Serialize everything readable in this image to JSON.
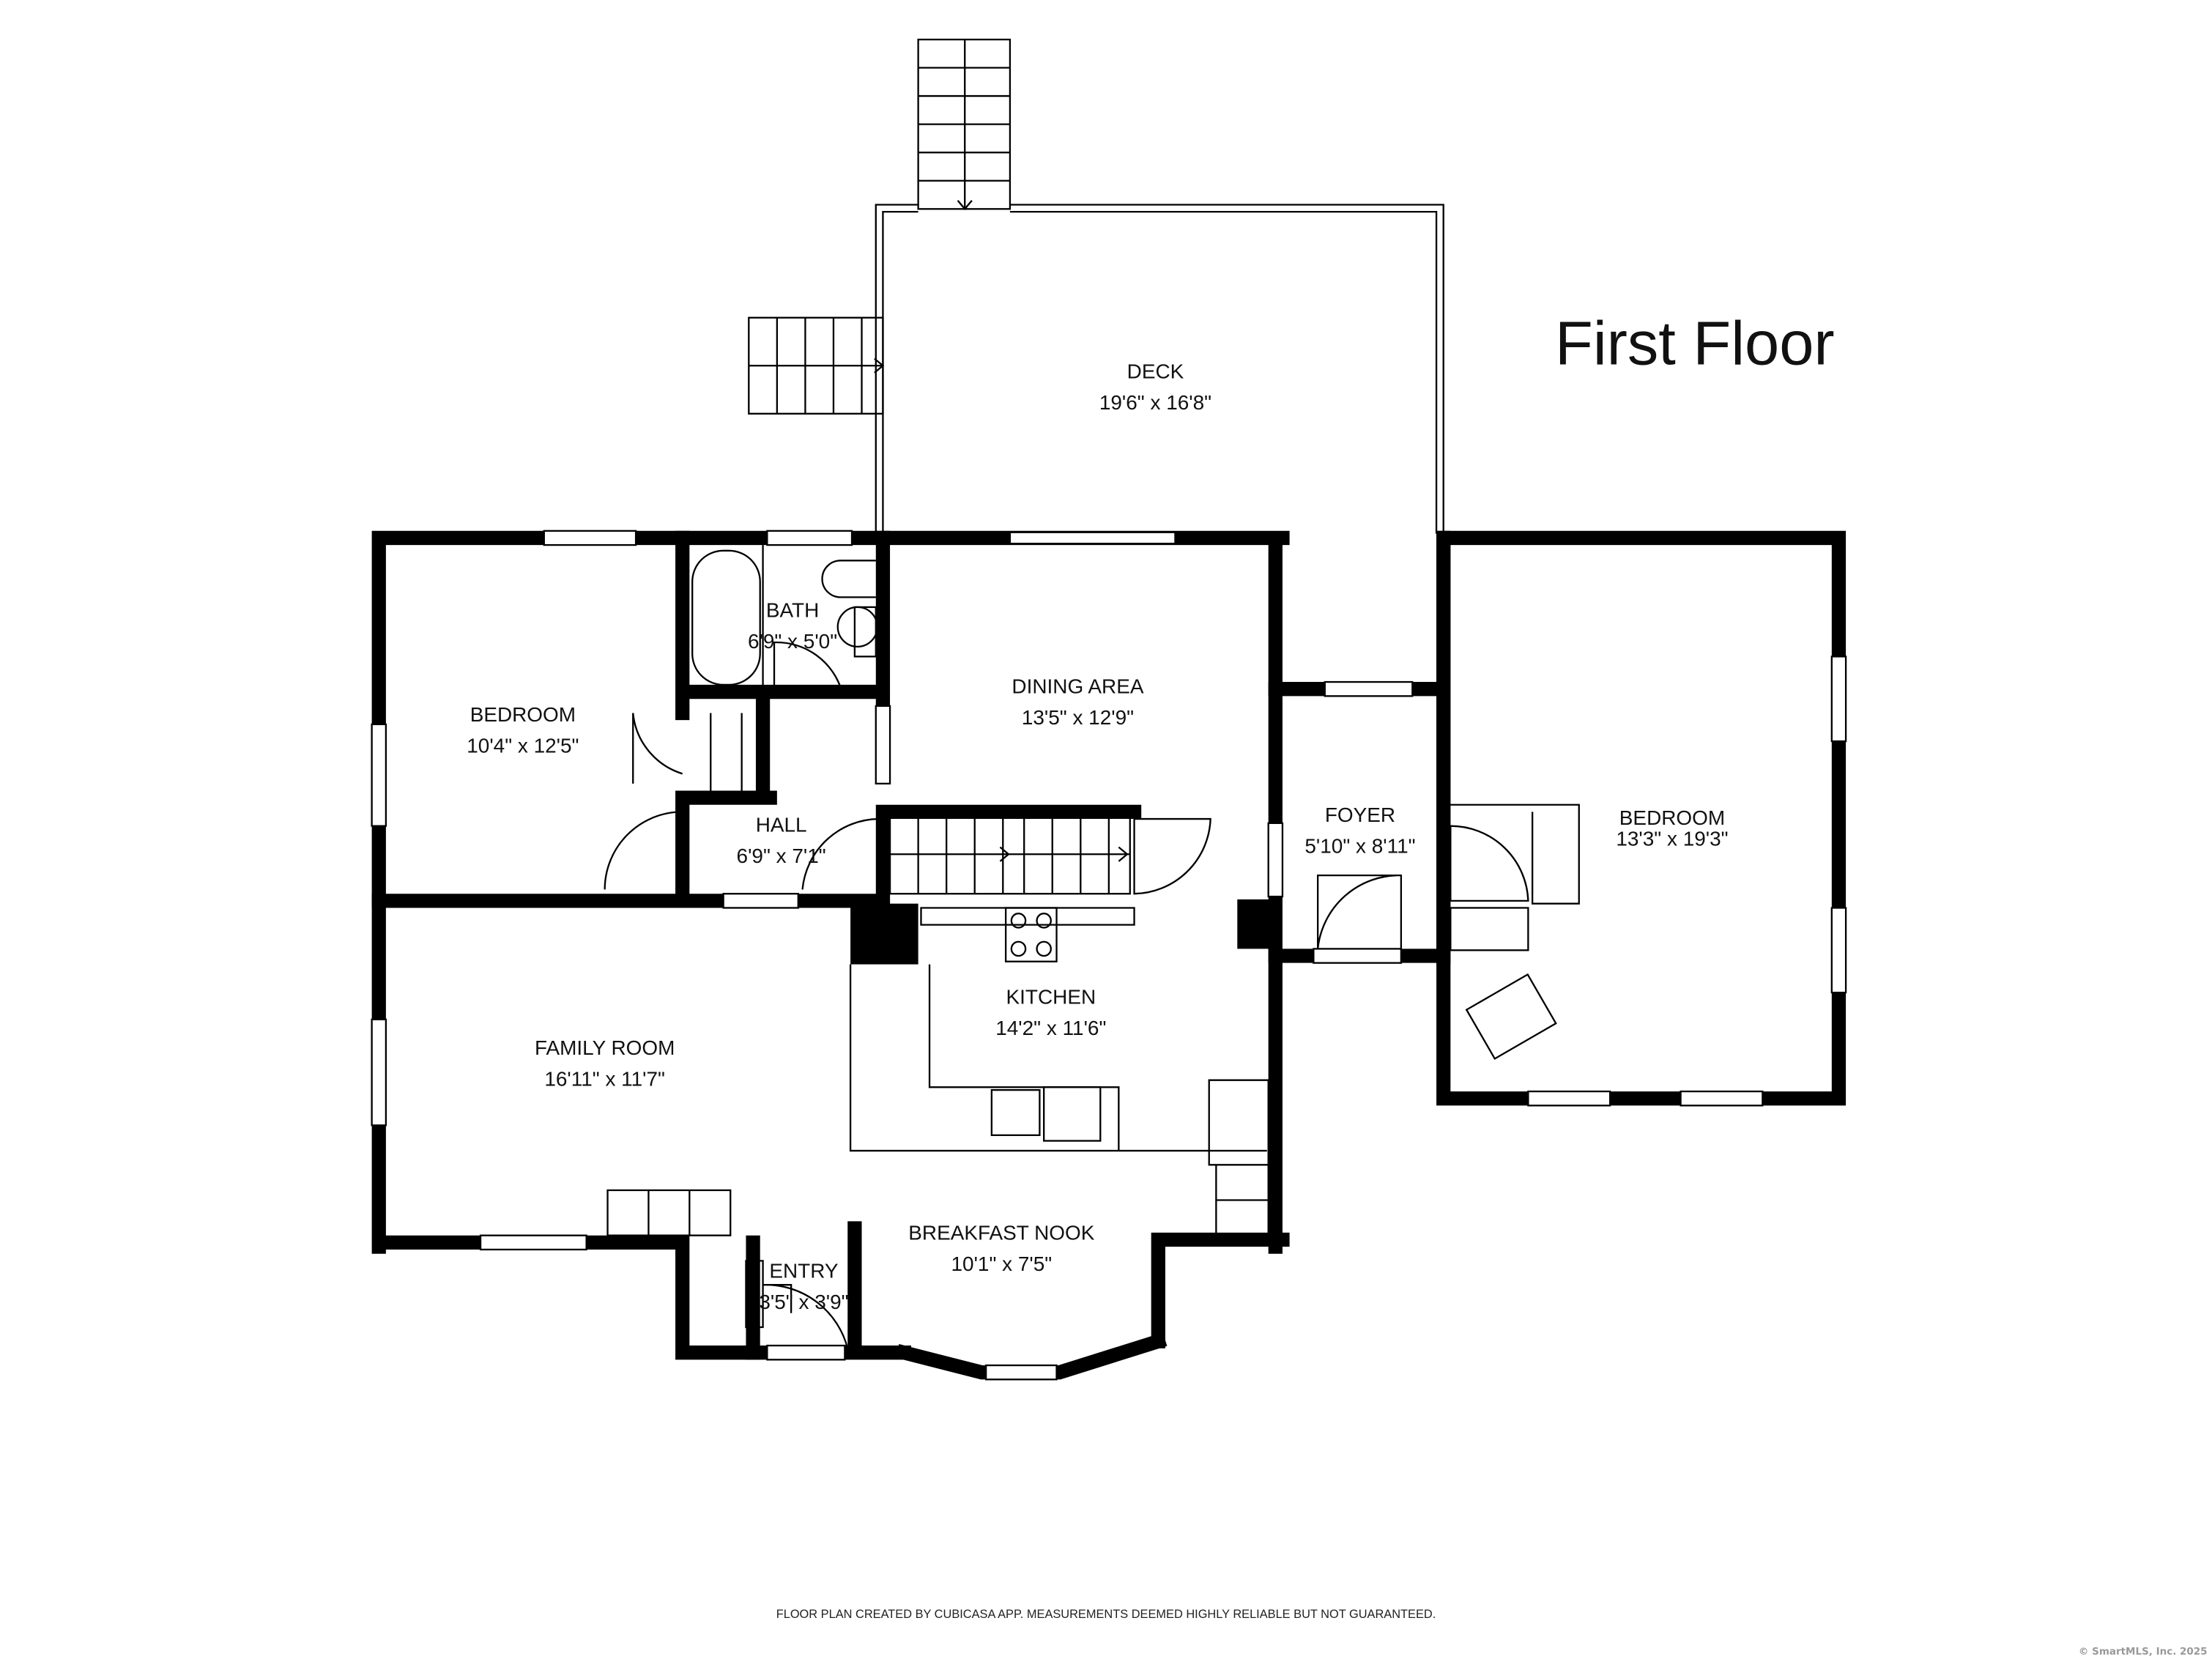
{
  "title": "First Floor",
  "rooms": {
    "deck": {
      "name": "DECK",
      "size": "19'6\" x 16'8\""
    },
    "bath": {
      "name": "BATH",
      "size": "6'9\" x 5'0\""
    },
    "bedroom_left": {
      "name": "BEDROOM",
      "size": "10'4\" x 12'5\""
    },
    "dining": {
      "name": "DINING AREA",
      "size": "13'5\" x 12'9\""
    },
    "hall": {
      "name": "HALL",
      "size": "6'9\" x 7'1\""
    },
    "foyer": {
      "name": "FOYER",
      "size": "5'10\" x 8'11\""
    },
    "bedroom_right": {
      "name": "BEDROOM",
      "size": "13'3\" x 19'3\""
    },
    "kitchen": {
      "name": "KITCHEN",
      "size": "14'2\" x 11'6\""
    },
    "family": {
      "name": "FAMILY ROOM",
      "size": "16'11\" x 11'7\""
    },
    "nook": {
      "name": "BREAKFAST NOOK",
      "size": "10'1\" x 7'5\""
    },
    "entry": {
      "name": "ENTRY",
      "size": "3'5\" x 3'9\""
    }
  },
  "footer": "FLOOR PLAN CREATED BY CUBICASA APP. MEASUREMENTS DEEMED HIGHLY RELIABLE BUT NOT GUARANTEED.",
  "copyright": "© SmartMLS, Inc.  2025"
}
